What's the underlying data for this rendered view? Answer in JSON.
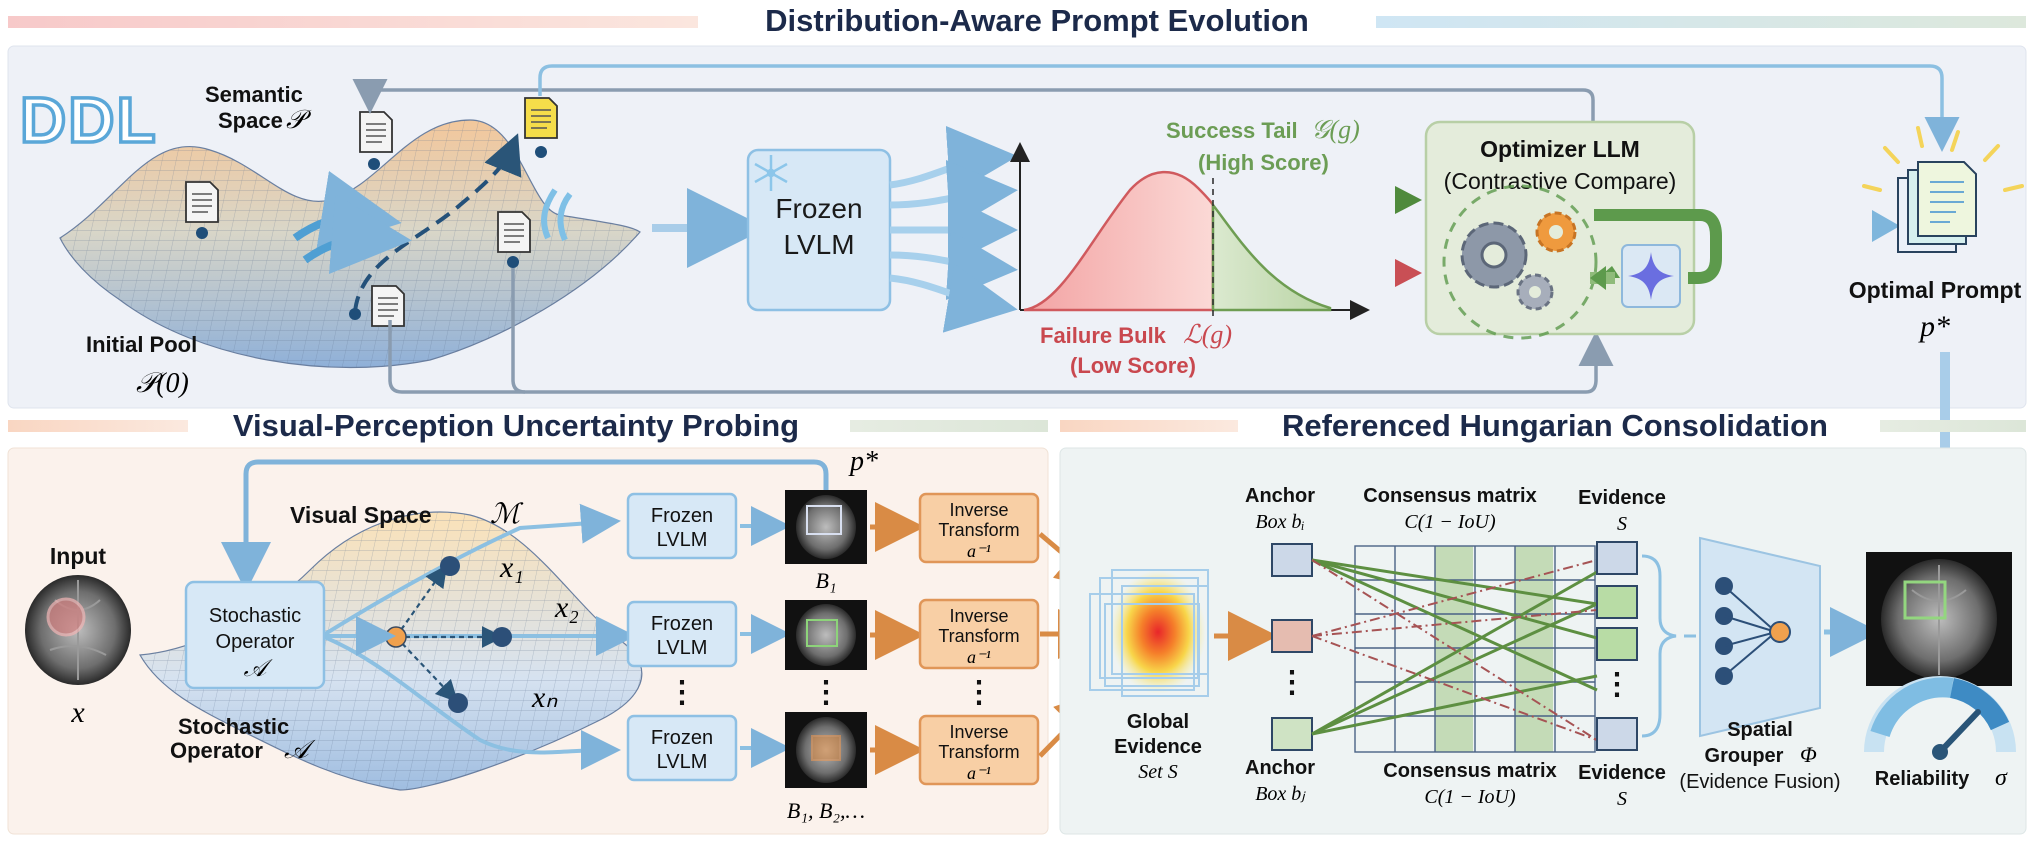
{
  "top": {
    "title": "Distribution-Aware Prompt Evolution",
    "logo": "DDL",
    "semantic_space_line1": "Semantic",
    "semantic_space_line2": "Space",
    "semantic_space_symbol": "𝒫",
    "initial_pool": "Initial Pool",
    "initial_pool_symbol": "𝒫(0)",
    "frozen_lvlm_line1": "Frozen",
    "frozen_lvlm_line2": "LVLM",
    "success_tail": "Success Tail",
    "success_tail_symbol": "𝒢(g)",
    "high_score": "(High Score)",
    "failure_bulk": "Failure Bulk",
    "failure_bulk_symbol": "ℒ(g)",
    "low_score": "(Low Score)",
    "optimizer_title": "Optimizer LLM",
    "optimizer_subtitle": "(Contrastive Compare)",
    "optimal_prompt": "Optimal Prompt",
    "optimal_prompt_symbol": "p*"
  },
  "left": {
    "title": "Visual-Perception Uncertainty Probing",
    "input_label": "Input",
    "input_symbol": "x",
    "visual_space": "Visual Space",
    "manifold_symbol": "ℳ",
    "stochastic_box_line1": "Stochastic",
    "stochastic_box_line2": "Operator",
    "stochastic_box_symbol": "𝒜",
    "stochastic_label_line1": "Stochastic",
    "stochastic_label_line2": "Operator",
    "stochastic_label_symbol": "𝒜",
    "x1": "x₁",
    "x2": "x₂",
    "xn": "xₙ",
    "prompt_symbol": "p*",
    "frozen_line1": "Frozen",
    "frozen_line2": "LVLM",
    "inverse_line1": "Inverse",
    "inverse_line2": "Transform",
    "inverse_symbol": "a⁻¹",
    "b1_label": "B₁",
    "b_all_label": "B₁, B₂,…",
    "vdots": "⋮"
  },
  "right": {
    "title": "Referenced Hungarian Consolidation",
    "global_line1": "Global",
    "global_line2": "Evidence",
    "global_line3": "Set S",
    "anchor_label": "Anchor",
    "anchor_box_top": "Box  bᵢ",
    "anchor_box_bottom": "Box  bⱼ",
    "consensus_label": "Consensus matrix",
    "consensus_formula": "C(1 − IoU)",
    "evidence_label": "Evidence",
    "evidence_symbol": "S",
    "grouper_line1": "Spatial",
    "grouper_line2": "Grouper",
    "grouper_symbol": "Φ",
    "grouper_line3": "(Evidence Fusion)",
    "reliability": "Reliability",
    "reliability_symbol": "σ",
    "vdots": "⋮"
  }
}
